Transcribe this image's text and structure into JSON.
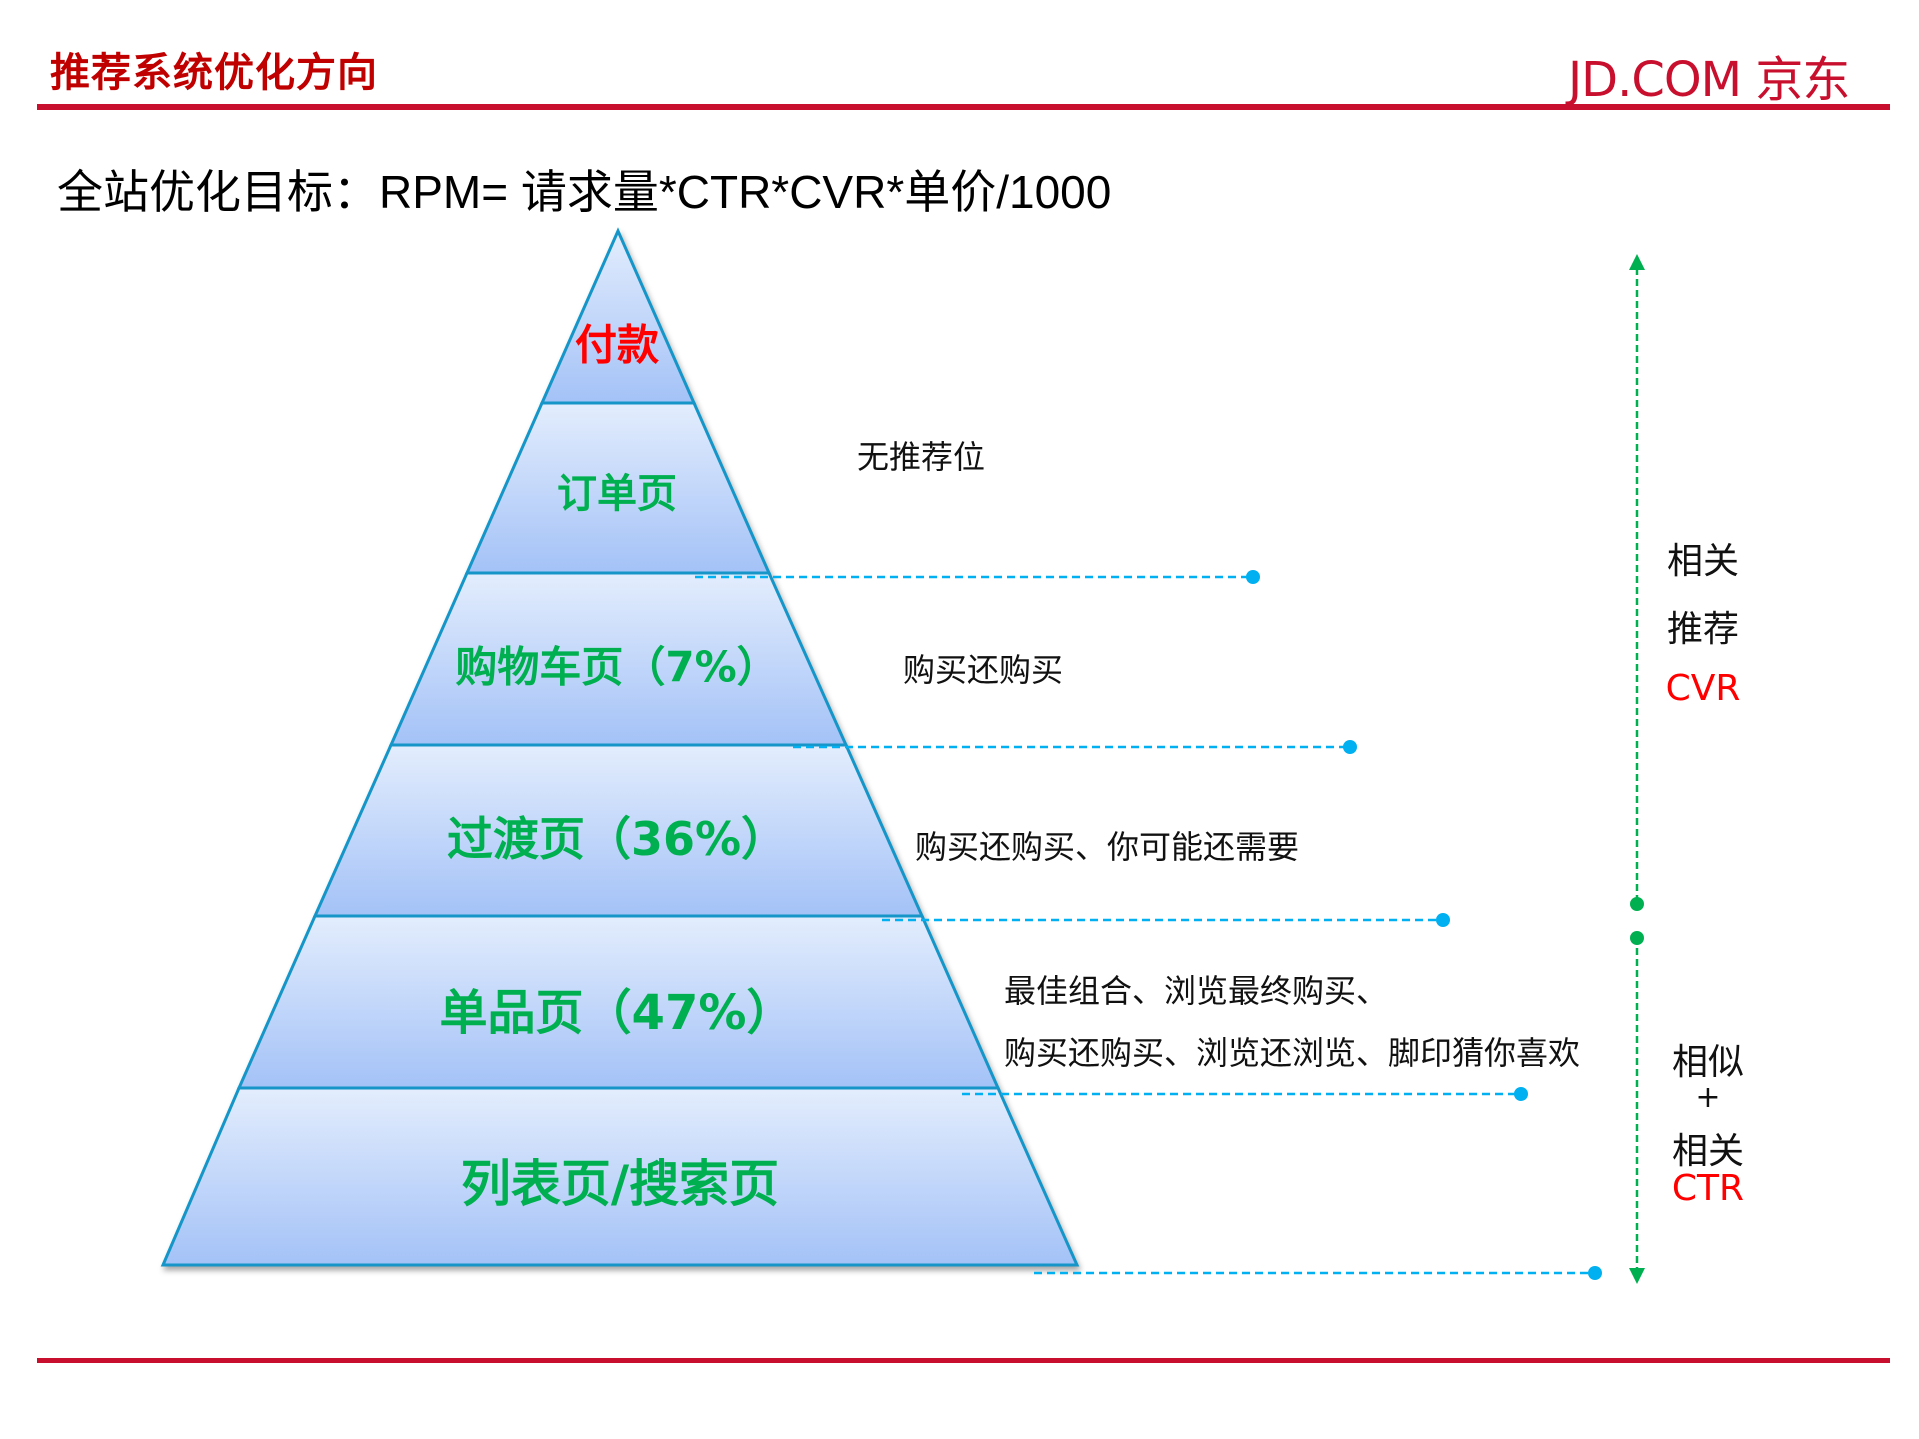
{
  "header": {
    "title": "推荐系统优化方向",
    "logo_text": "JD.COM 京东"
  },
  "formula": {
    "prefix": "全站优化目标：",
    "expression": "RPM= 请求量*CTR*CVR*单价/1000"
  },
  "pyramid": {
    "tiers": [
      {
        "label": "付款",
        "color": "#FF0000"
      },
      {
        "label": "订单页",
        "color": "#00B050"
      },
      {
        "label": "购物车页（7%）",
        "color": "#00B050"
      },
      {
        "label": "过渡页（36%）",
        "color": "#00B050"
      },
      {
        "label": "单品页（47%）",
        "color": "#00B050"
      },
      {
        "label": "列表页/搜索页",
        "color": "#00B050"
      }
    ]
  },
  "annotations": [
    {
      "text": "无推荐位"
    },
    {
      "text": "购买还购买"
    },
    {
      "text": "购买还购买、你可能还需要"
    },
    {
      "line1": "最佳组合、浏览最终购买、",
      "line2": "购买还购买、浏览还浏览、脚印猜你喜欢"
    }
  ],
  "brackets": {
    "upper": {
      "line1": "相关",
      "line2": "推荐",
      "metric": "CVR"
    },
    "lower": {
      "line1": "相似",
      "line2": "+",
      "line3": "相关",
      "metric": "CTR"
    }
  },
  "colors": {
    "brand_red": "#C8102E",
    "title_red": "#C00000",
    "tier_text_green": "#00B050",
    "connector_blue": "#00B0F0",
    "bracket_green": "#00B050",
    "metric_red": "#FF0000",
    "tier_fill_top": "#E3EDFD",
    "tier_fill_bottom": "#A4C2F7",
    "tier_stroke": "#1296C8"
  }
}
